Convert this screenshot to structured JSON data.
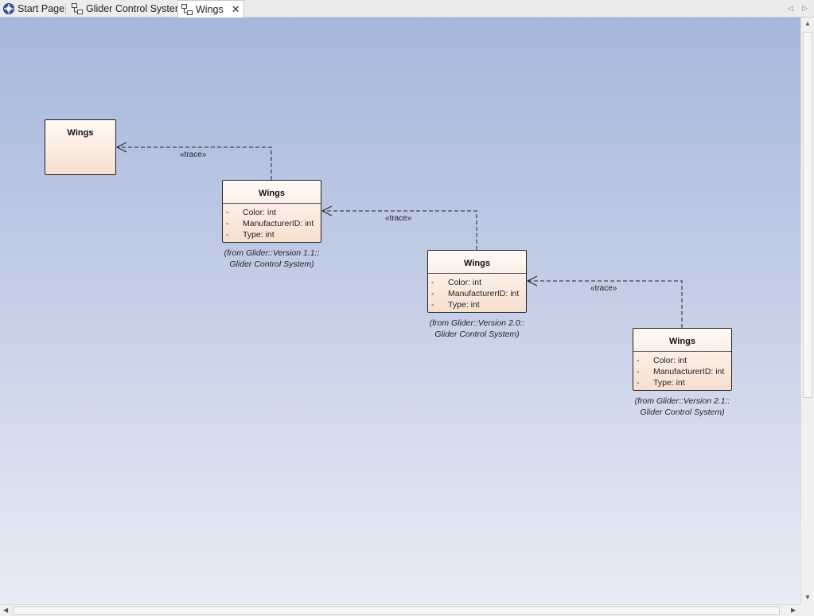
{
  "tabs": [
    {
      "label": "Start Page",
      "icon": "start-page-icon"
    },
    {
      "label": "Glider Control System",
      "icon": "diagram-icon"
    },
    {
      "label": "Wings",
      "icon": "diagram-icon",
      "active": true
    }
  ],
  "tab_close_glyph": "✕",
  "nav": {
    "prev_glyph": "◁",
    "next_glyph": "▷"
  },
  "diagram": {
    "classes": [
      {
        "name": "Wings",
        "attributes": []
      },
      {
        "name": "Wings",
        "attributes": [
          {
            "visibility": "-",
            "text": "Color: int"
          },
          {
            "visibility": "-",
            "text": "ManufacturerID: int"
          },
          {
            "visibility": "-",
            "text": "Type: int"
          }
        ],
        "from_line1": "(from Glider::Version 1.1::",
        "from_line2": "Glider Control System)"
      },
      {
        "name": "Wings",
        "attributes": [
          {
            "visibility": "-",
            "text": "Color: int"
          },
          {
            "visibility": "-",
            "text": "ManufacturerID: int"
          },
          {
            "visibility": "-",
            "text": "Type: int"
          }
        ],
        "from_line1": "(from Glider::Version 2.0::",
        "from_line2": "Glider Control System)"
      },
      {
        "name": "Wings",
        "attributes": [
          {
            "visibility": "-",
            "text": "Color: int"
          },
          {
            "visibility": "-",
            "text": "ManufacturerID: int"
          },
          {
            "visibility": "-",
            "text": "Type: int"
          }
        ],
        "from_line1": "(from Glider::Version 2.1::",
        "from_line2": "Glider Control System)"
      }
    ],
    "links": [
      {
        "stereotype": "«trace»"
      },
      {
        "stereotype": "«trace»"
      },
      {
        "stereotype": "«trace»"
      }
    ]
  },
  "scroll": {
    "up": "▲",
    "down": "▼",
    "left": "◀",
    "right": "▶"
  }
}
